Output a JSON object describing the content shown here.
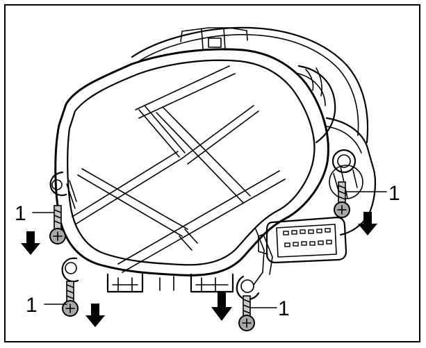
{
  "figure": {
    "callouts": [
      {
        "id": "screw-left-upper",
        "label": "1"
      },
      {
        "id": "screw-left-lower",
        "label": "1"
      },
      {
        "id": "screw-bottom-center",
        "label": "1"
      },
      {
        "id": "screw-right",
        "label": "1"
      }
    ],
    "colors": {
      "line": "#000000",
      "background": "#ffffff",
      "screw_fill": "#c8c8c8",
      "screw_head_fill": "#a8a8a8",
      "arrow_fill": "#000000"
    },
    "icons": [
      "screw-icon",
      "down-arrow-icon",
      "connector-icon"
    ]
  }
}
